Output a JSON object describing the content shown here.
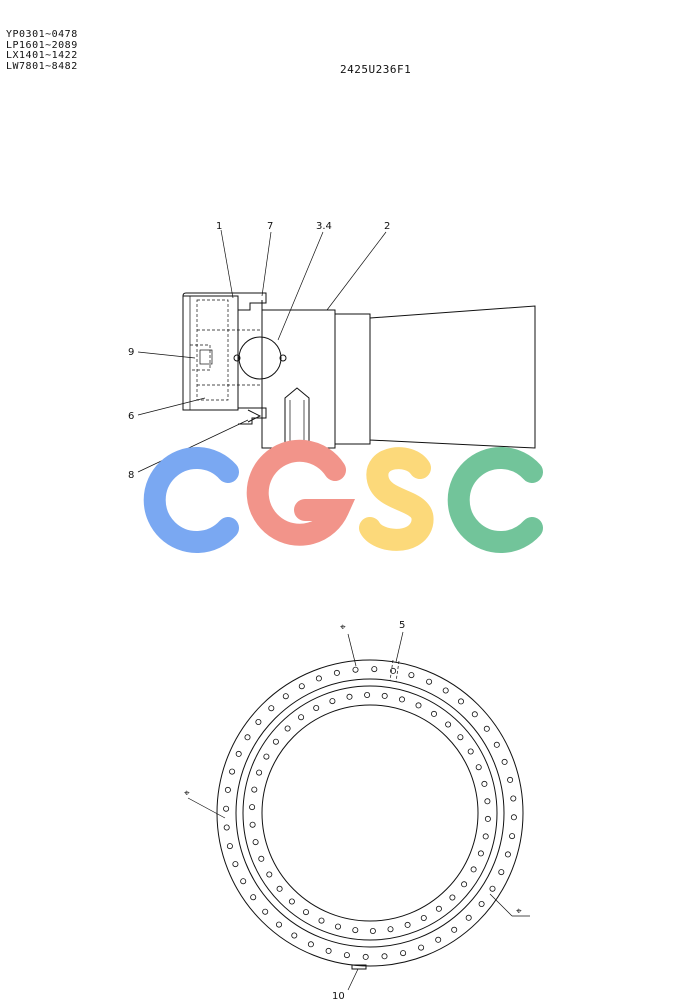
{
  "header": {
    "serial_ranges": [
      "YP0301~0478",
      "LP1601~2089",
      "LX1401~1422",
      "LW7801~8482"
    ],
    "drawing_number": "2425U236F1"
  },
  "side_view": {
    "callouts": {
      "c1": "1",
      "c7": "7",
      "c34": "3.4",
      "c2": "2",
      "c9": "9",
      "c6": "6",
      "c8": "8"
    }
  },
  "ring_view": {
    "callouts": {
      "c5": "5",
      "c10": "10"
    },
    "marker_symbol": "⌖"
  },
  "watermark": {
    "letters": [
      "C",
      "G",
      "S",
      "C"
    ],
    "colors": [
      "#7aa8f2",
      "#f2948a",
      "#fcd97a",
      "#72c49a"
    ]
  }
}
